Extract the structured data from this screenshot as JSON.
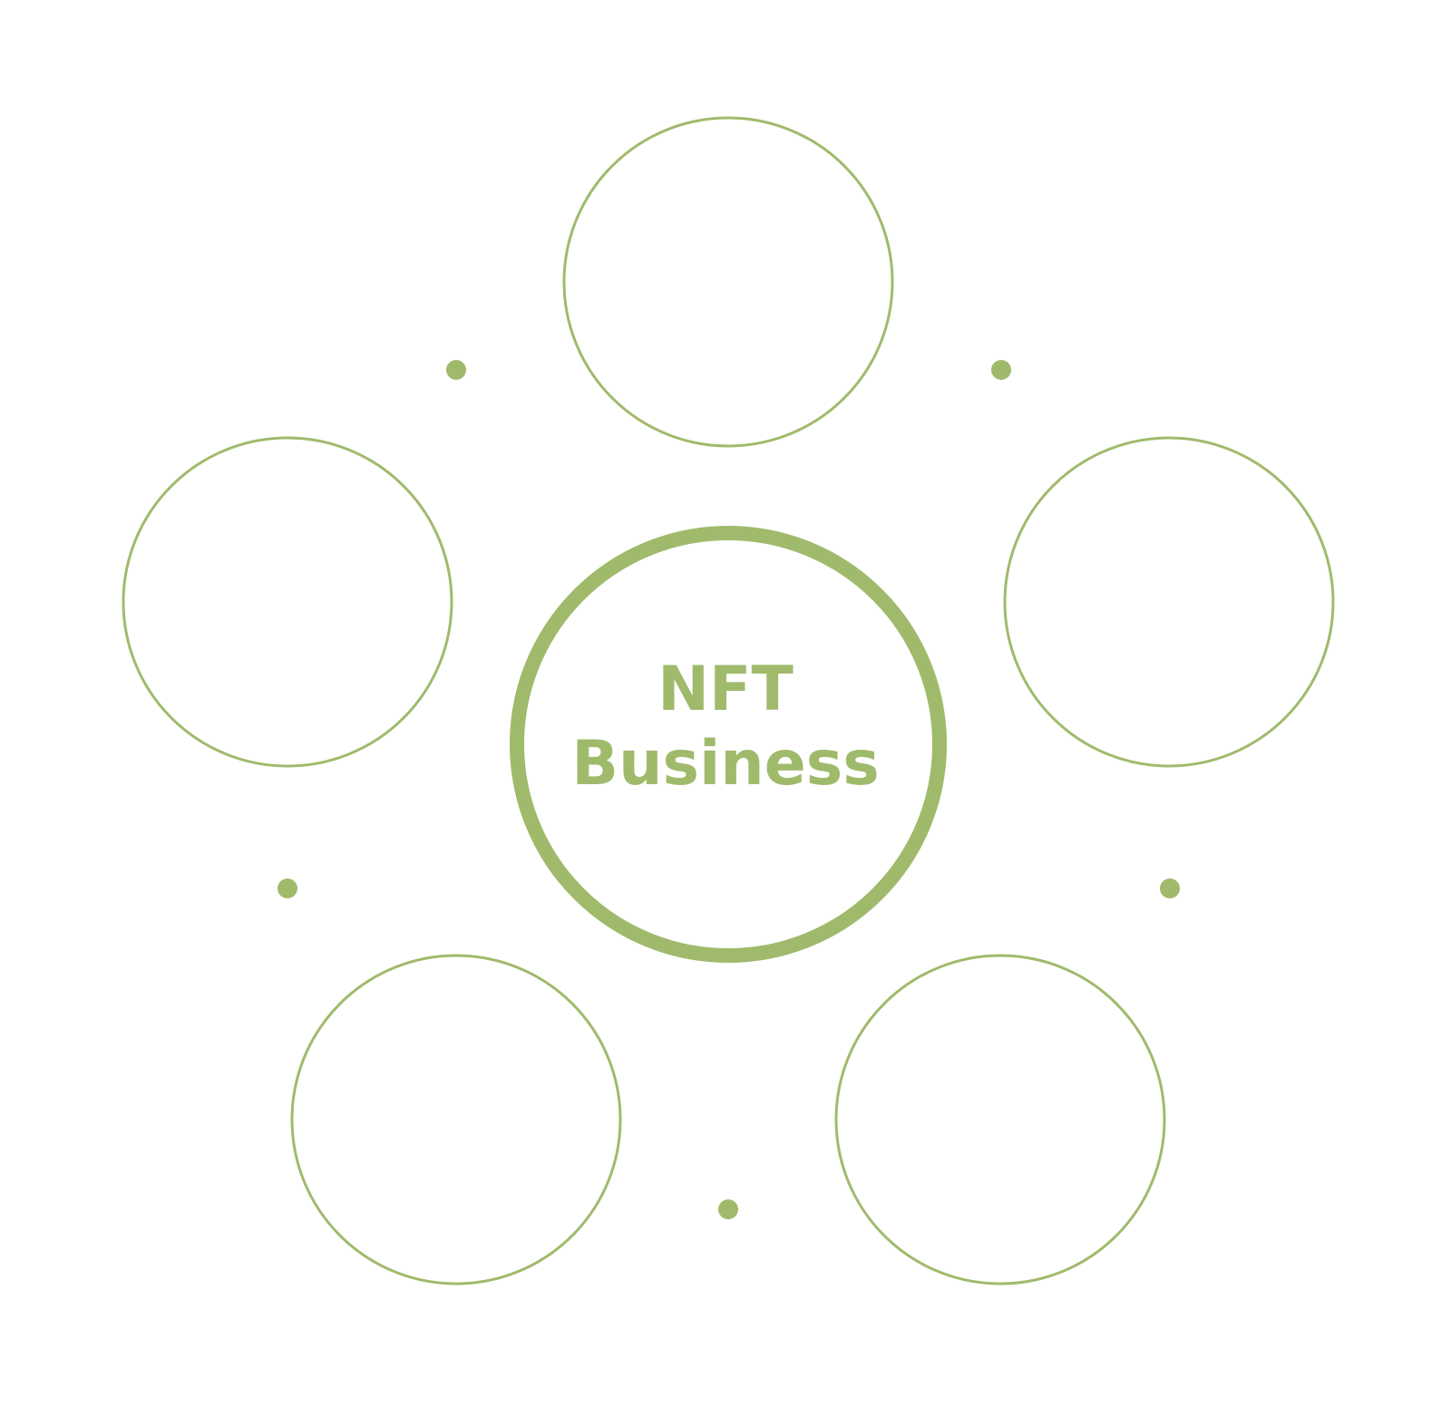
{
  "diagram": {
    "center": {
      "line1": "NFT",
      "line2": "Business"
    },
    "accent_color": "#a0ba6c",
    "satellite_count": 5,
    "connector_dot_count": 5
  }
}
